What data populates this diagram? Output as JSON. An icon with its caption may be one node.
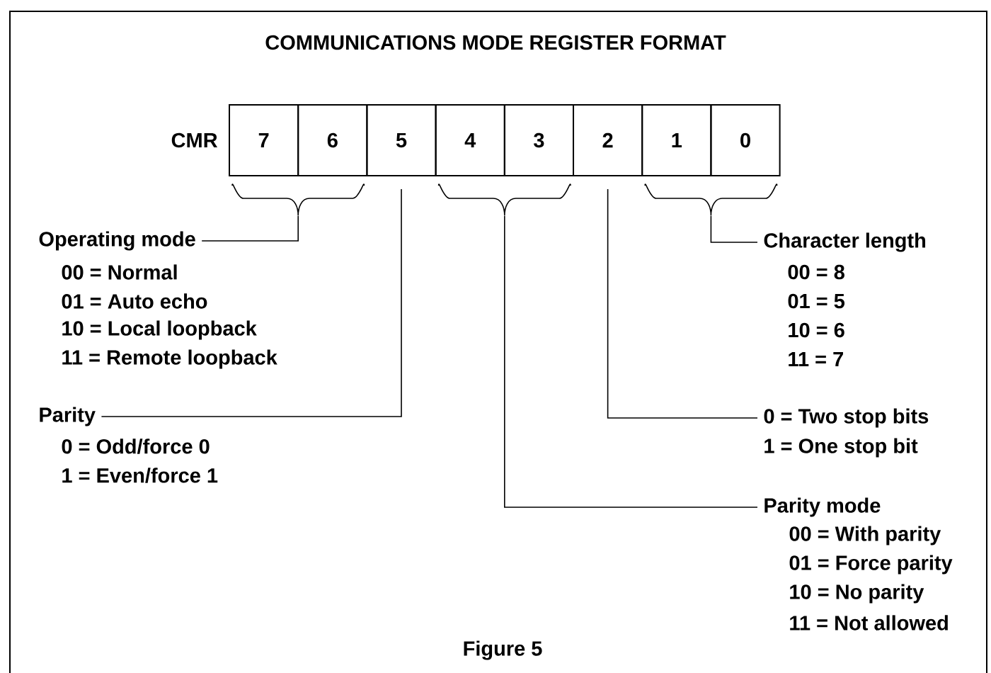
{
  "diagram": {
    "title": "COMMUNICATIONS MODE REGISTER FORMAT",
    "caption": "Figure 5",
    "nodes": [
      {
        "text": [
          "7"
        ]
      },
      {
        "text": [
          "6"
        ]
      },
      {
        "text": [
          "5"
        ]
      },
      {
        "text": [
          "4"
        ]
      },
      {
        "text": [
          "3"
        ]
      },
      {
        "text": [
          "2"
        ]
      },
      {
        "text": [
          "1"
        ]
      },
      {
        "text": [
          "0"
        ]
      },
      {
        "text": [],
        "shape": "bracket"
      },
      {
        "text": [],
        "shape": "bracket"
      },
      {
        "text": [],
        "shape": "bracket"
      },
      {
        "text": [
          "Operating mode",
          "00 = Normal",
          "01 = Auto echo",
          "10 = Local loopback",
          "11 = Remote loopback"
        ]
      },
      {
        "text": [
          "Parity",
          "0 = Odd/force 0",
          "1 = Even/force 1"
        ]
      },
      {
        "text": [
          "0 = Two stop bits",
          "1 = One stop bit"
        ]
      },
      {
        "text": [
          "Parity mode",
          "00 = With parity",
          "01 = Force parity",
          "10 = No parity",
          "11 = Not allowed"
        ]
      },
      {
        "text": [
          "Character length",
          "00 = 8",
          "01 = 5",
          "10 = 6",
          "11 = 7"
        ]
      }
    ],
    "edges": [
      {
        "from": 11,
        "to": 8,
        "arrow": "none"
      },
      {
        "from": 12,
        "to": 2,
        "arrow": "none"
      },
      {
        "from": 13,
        "to": 5,
        "arrow": "none"
      },
      {
        "from": 14,
        "to": 9,
        "arrow": "none"
      },
      {
        "from": 15,
        "to": 10,
        "arrow": "none"
      }
    ],
    "labels": [
      "CMR"
    ]
  }
}
